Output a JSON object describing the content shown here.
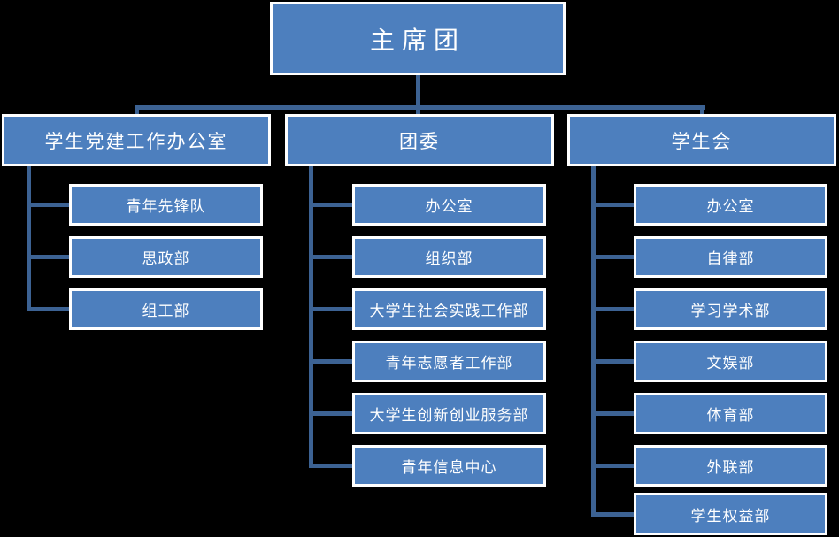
{
  "org_chart": {
    "root": {
      "label": "主席团"
    },
    "branches": [
      {
        "label": "学生党建工作办公室",
        "children": [
          "青年先锋队",
          "思政部",
          "组工部"
        ]
      },
      {
        "label": "团委",
        "children": [
          "办公室",
          "组织部",
          "大学生社会实践工作部",
          "青年志愿者工作部",
          "大学生创新创业服务部",
          "青年信息中心"
        ]
      },
      {
        "label": "学生会",
        "children": [
          "办公室",
          "自律部",
          "学习学术部",
          "文娱部",
          "体育部",
          "外联部",
          "学生权益部"
        ]
      }
    ],
    "colors": {
      "background": "#000000",
      "box_fill": "#4D7FBE",
      "box_border": "#FFFFFF",
      "connector": "#3C6293",
      "text": "#FFFFFF"
    }
  }
}
